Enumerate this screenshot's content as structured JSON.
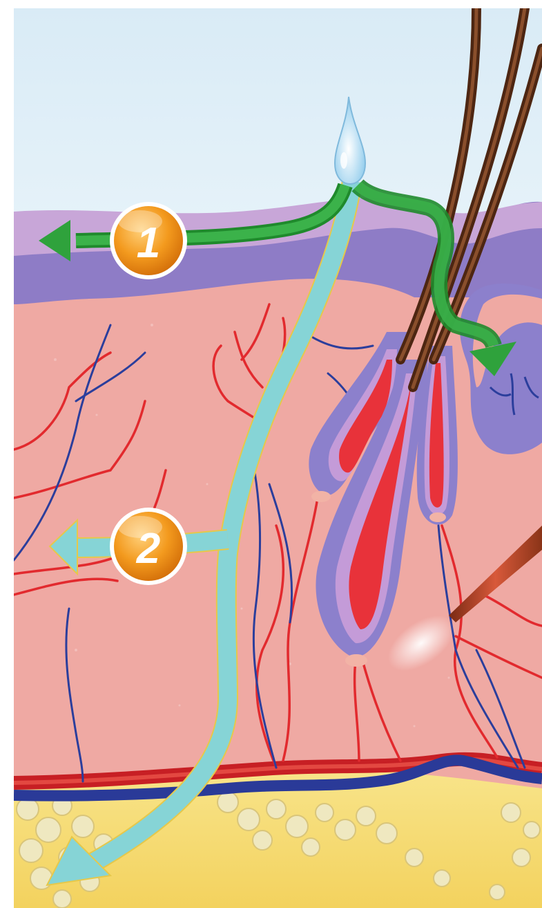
{
  "diagram": {
    "badges": [
      {
        "id": "pathway-1",
        "label": "1"
      },
      {
        "id": "pathway-2",
        "label": "2"
      }
    ]
  },
  "colors": {
    "sky": "#dfeef7",
    "epidermis_outer": "#c8a8d8",
    "epidermis_inner": "#8e7cc6",
    "dermis": "#f0aca6",
    "fat": "#f6dd7a",
    "fat_cells": "#efe6b8",
    "artery": "#d8262b",
    "vein": "#2d3c9a",
    "hair": "#6b3a20",
    "follicle_sheath": "#8c80cc",
    "follicle_bulb": "#e8323a",
    "pathway_green": "#2fa23c",
    "pathway_cyan": "#7fd3d4",
    "droplet": "#a9dcf5",
    "badge_orange": "#f39a1e"
  },
  "icons": [
    "droplet-icon",
    "hair-shaft-icon",
    "sweat-gland-icon",
    "needle-icon"
  ]
}
